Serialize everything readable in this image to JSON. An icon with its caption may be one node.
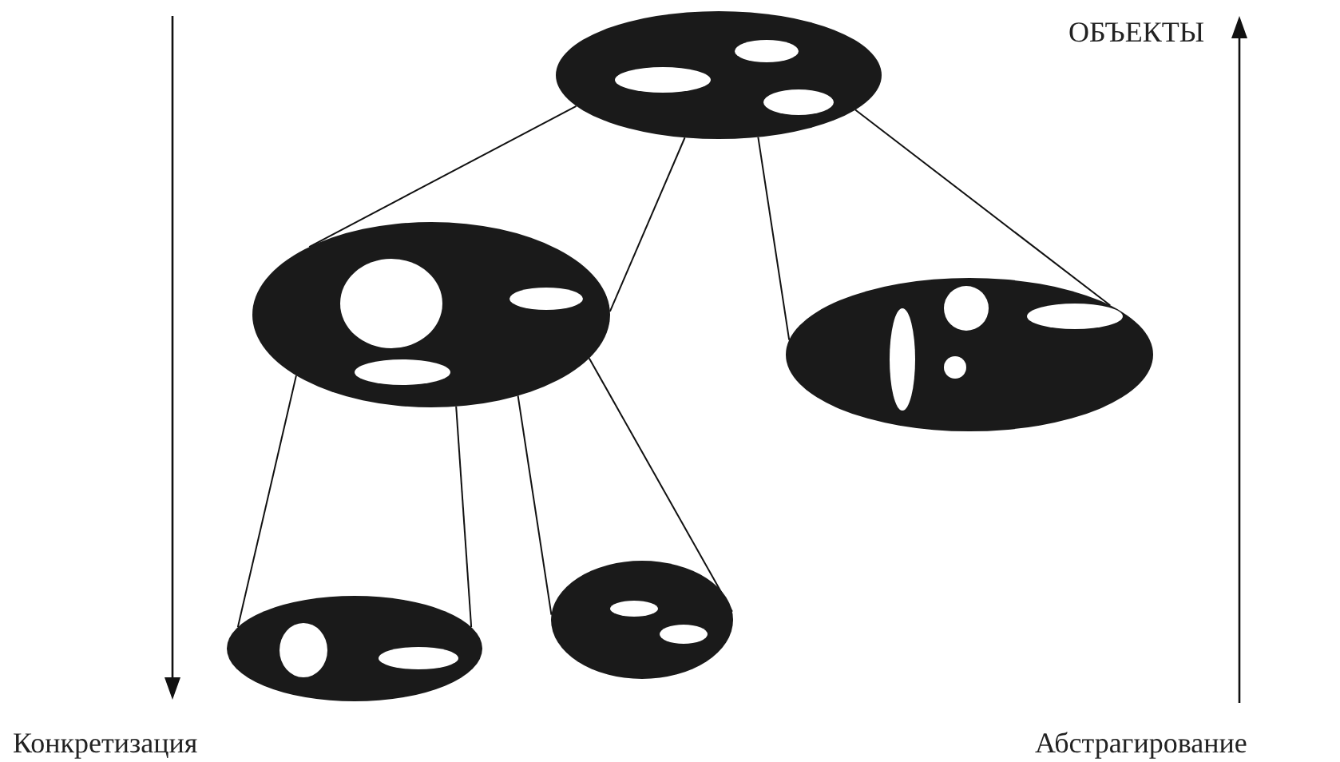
{
  "diagram": {
    "nodes": [
      {
        "text": [],
        "shape": "ellipse"
      },
      {
        "text": [],
        "shape": "ellipse"
      },
      {
        "text": [],
        "shape": "ellipse"
      },
      {
        "text": [],
        "shape": "ellipse"
      },
      {
        "text": [],
        "shape": "ellipse"
      }
    ],
    "edges": [
      {
        "from": 0,
        "to": 1,
        "arrow": "none"
      },
      {
        "from": 0,
        "to": 1,
        "arrow": "none"
      },
      {
        "from": 0,
        "to": 2,
        "arrow": "none"
      },
      {
        "from": 0,
        "to": 2,
        "arrow": "none"
      },
      {
        "from": 1,
        "to": 3,
        "arrow": "none"
      },
      {
        "from": 1,
        "to": 3,
        "arrow": "none"
      },
      {
        "from": 1,
        "to": 4,
        "arrow": "none"
      },
      {
        "from": 1,
        "to": 4,
        "arrow": "none"
      }
    ],
    "labels": [
      "ОБЪЕКТЫ",
      "Конкретизация",
      "Абстрагирование"
    ]
  }
}
